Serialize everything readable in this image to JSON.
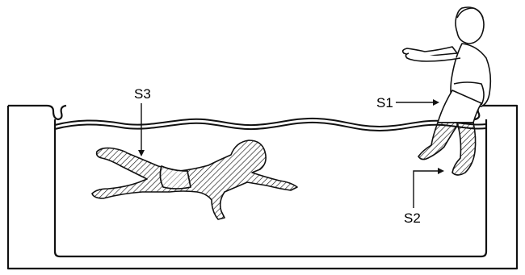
{
  "labels": {
    "s1": "S1",
    "s2": "S2",
    "s3": "S3"
  },
  "colors": {
    "ink": "#111111",
    "background": "#ffffff"
  }
}
